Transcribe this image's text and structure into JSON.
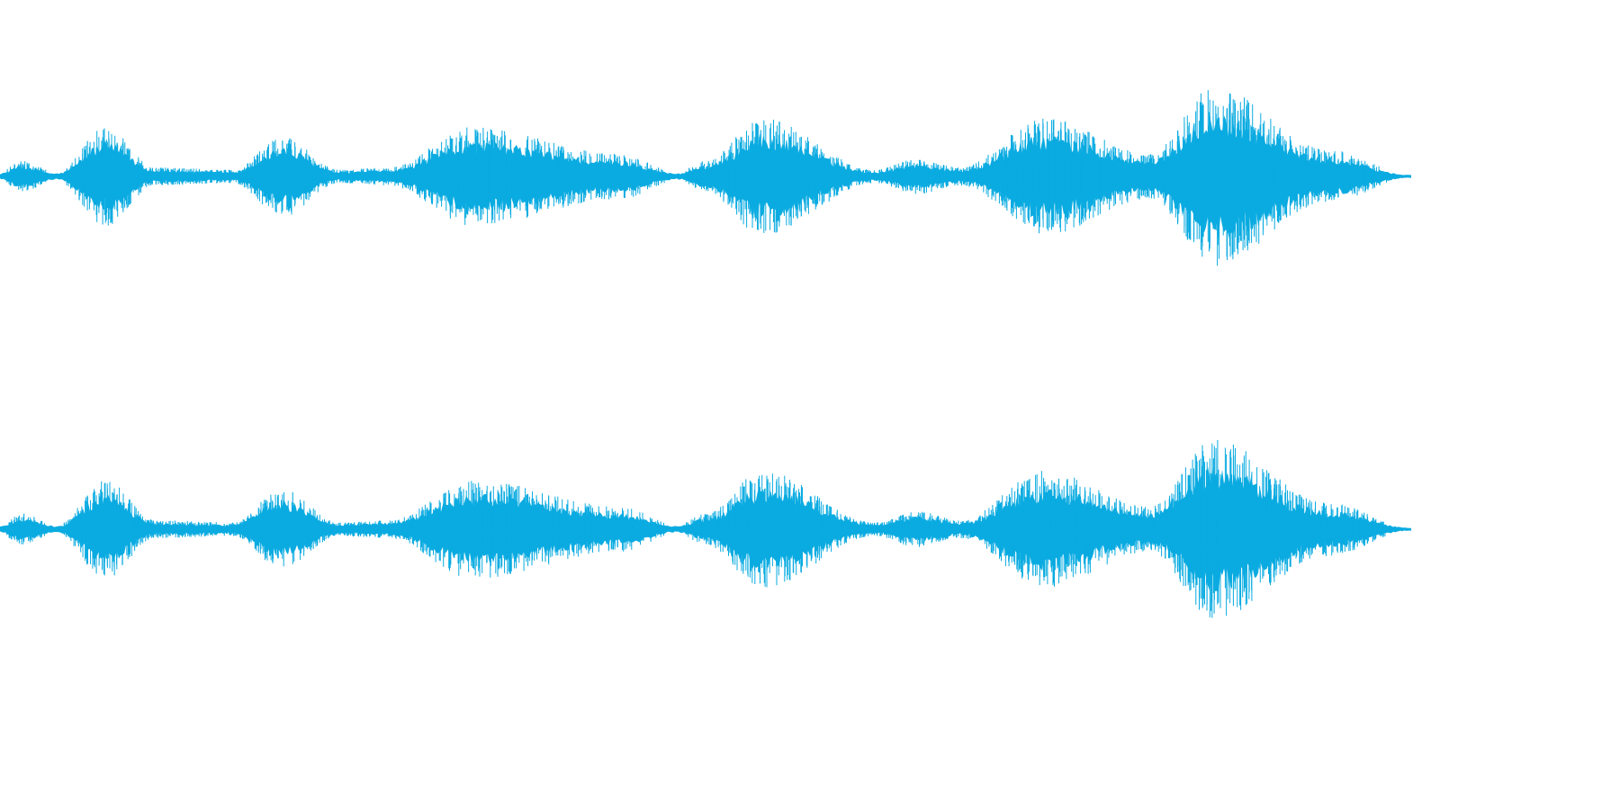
{
  "waveform": {
    "channel_count": 2,
    "color": "#0aabe1",
    "background": "#ffffff",
    "envelope_profile": [
      {
        "t": 0.0,
        "amp": 0.02
      },
      {
        "t": 0.015,
        "amp": 0.07
      },
      {
        "t": 0.04,
        "amp": 0.02
      },
      {
        "t": 0.075,
        "amp": 0.22
      },
      {
        "t": 0.11,
        "amp": 0.04
      },
      {
        "t": 0.165,
        "amp": 0.03
      },
      {
        "t": 0.2,
        "amp": 0.18
      },
      {
        "t": 0.24,
        "amp": 0.03
      },
      {
        "t": 0.275,
        "amp": 0.04
      },
      {
        "t": 0.335,
        "amp": 0.22
      },
      {
        "t": 0.44,
        "amp": 0.1
      },
      {
        "t": 0.48,
        "amp": 0.02
      },
      {
        "t": 0.5,
        "amp": 0.07
      },
      {
        "t": 0.54,
        "amp": 0.26
      },
      {
        "t": 0.62,
        "amp": 0.03
      },
      {
        "t": 0.65,
        "amp": 0.08
      },
      {
        "t": 0.68,
        "amp": 0.04
      },
      {
        "t": 0.74,
        "amp": 0.26
      },
      {
        "t": 0.815,
        "amp": 0.1
      },
      {
        "t": 0.86,
        "amp": 0.4
      },
      {
        "t": 0.94,
        "amp": 0.12
      },
      {
        "t": 1.0,
        "amp": 0.01
      }
    ]
  }
}
